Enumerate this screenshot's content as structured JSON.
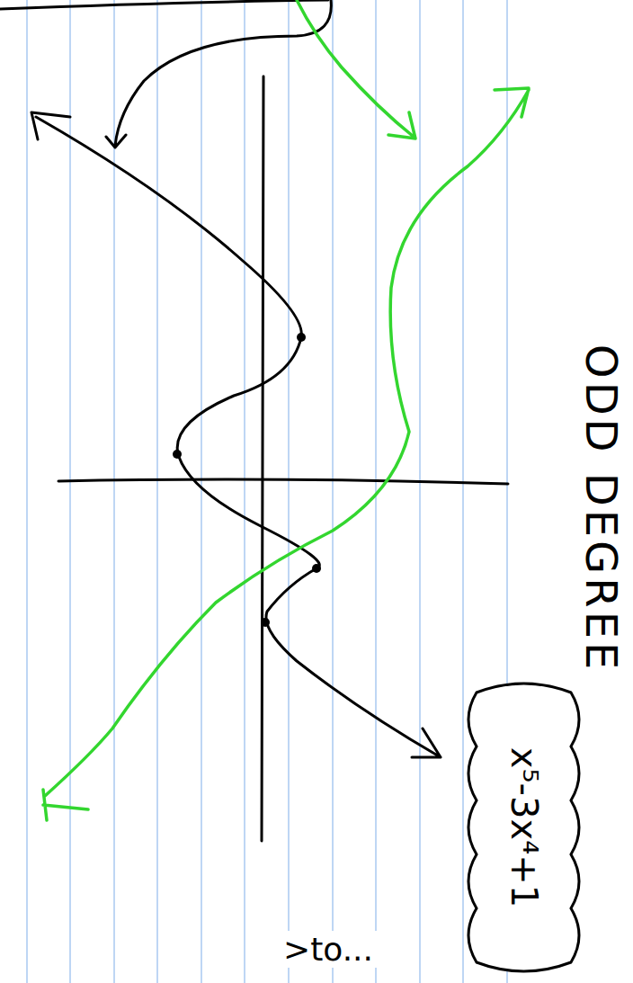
{
  "diagram": {
    "nodes": [
      {
        "text": [
          "x⁵-3x⁴+1"
        ]
      }
    ],
    "labels": [
      "ODD DEGREE",
      ">to..."
    ]
  }
}
